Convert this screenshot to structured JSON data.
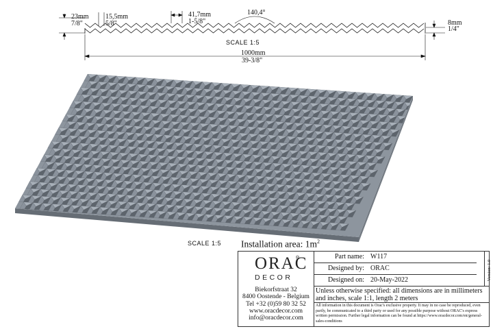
{
  "drawing": {
    "dimensions": {
      "height_mm": "23mm",
      "height_in": "7/8\"",
      "pitch_mm": "15,5mm",
      "pitch_in": "5/8\"",
      "width_mm": "41,7mm",
      "width_in": "1-5/8\"",
      "angle": "140,4°",
      "depth_mm": "8mm",
      "depth_in": "1/4\"",
      "length_mm": "1000mm",
      "length_in": "39-3/8\""
    },
    "scale_profile": "SCALE  1:5",
    "scale_panel": "SCALE  1:5"
  },
  "installation": {
    "label": "Installation area: 1m",
    "sup": "2"
  },
  "company": {
    "logo_top": "ORAC",
    "logo_reg": "®",
    "logo_bottom": "DECOR",
    "address": [
      "Biekorfstraat 32",
      "8400 Oostende - Belgium",
      "Tel  +32 (0)59 80 32 52",
      "www.oracdecor.com",
      "info@oracdecor.com"
    ]
  },
  "title_block": {
    "part_label": "Part name:",
    "part_value": "W117",
    "designed_by_label": "Designed by:",
    "designed_by_value": "ORAC",
    "designed_on_label": "Designed on:",
    "designed_on_value": "20-May-2022",
    "version": "Version: 1.0",
    "unless": "Unless otherwise specified: all dimensions are in millimeters and inches, scale 1:1, length 2 meters",
    "legal": "All information in this document is Orac's exclusive property.  It may in no case be reproduced, even partly, be communicated to a third party or used for any possible purpose without ORAC's express written permission. Further legal information can be found at https://www.oracdecor.com/en/general-sales-conditions"
  },
  "colors": {
    "panel_top": "#8a929c",
    "panel_light": "#a8b0b9",
    "panel_dark": "#5d646c",
    "line": "#111111"
  }
}
